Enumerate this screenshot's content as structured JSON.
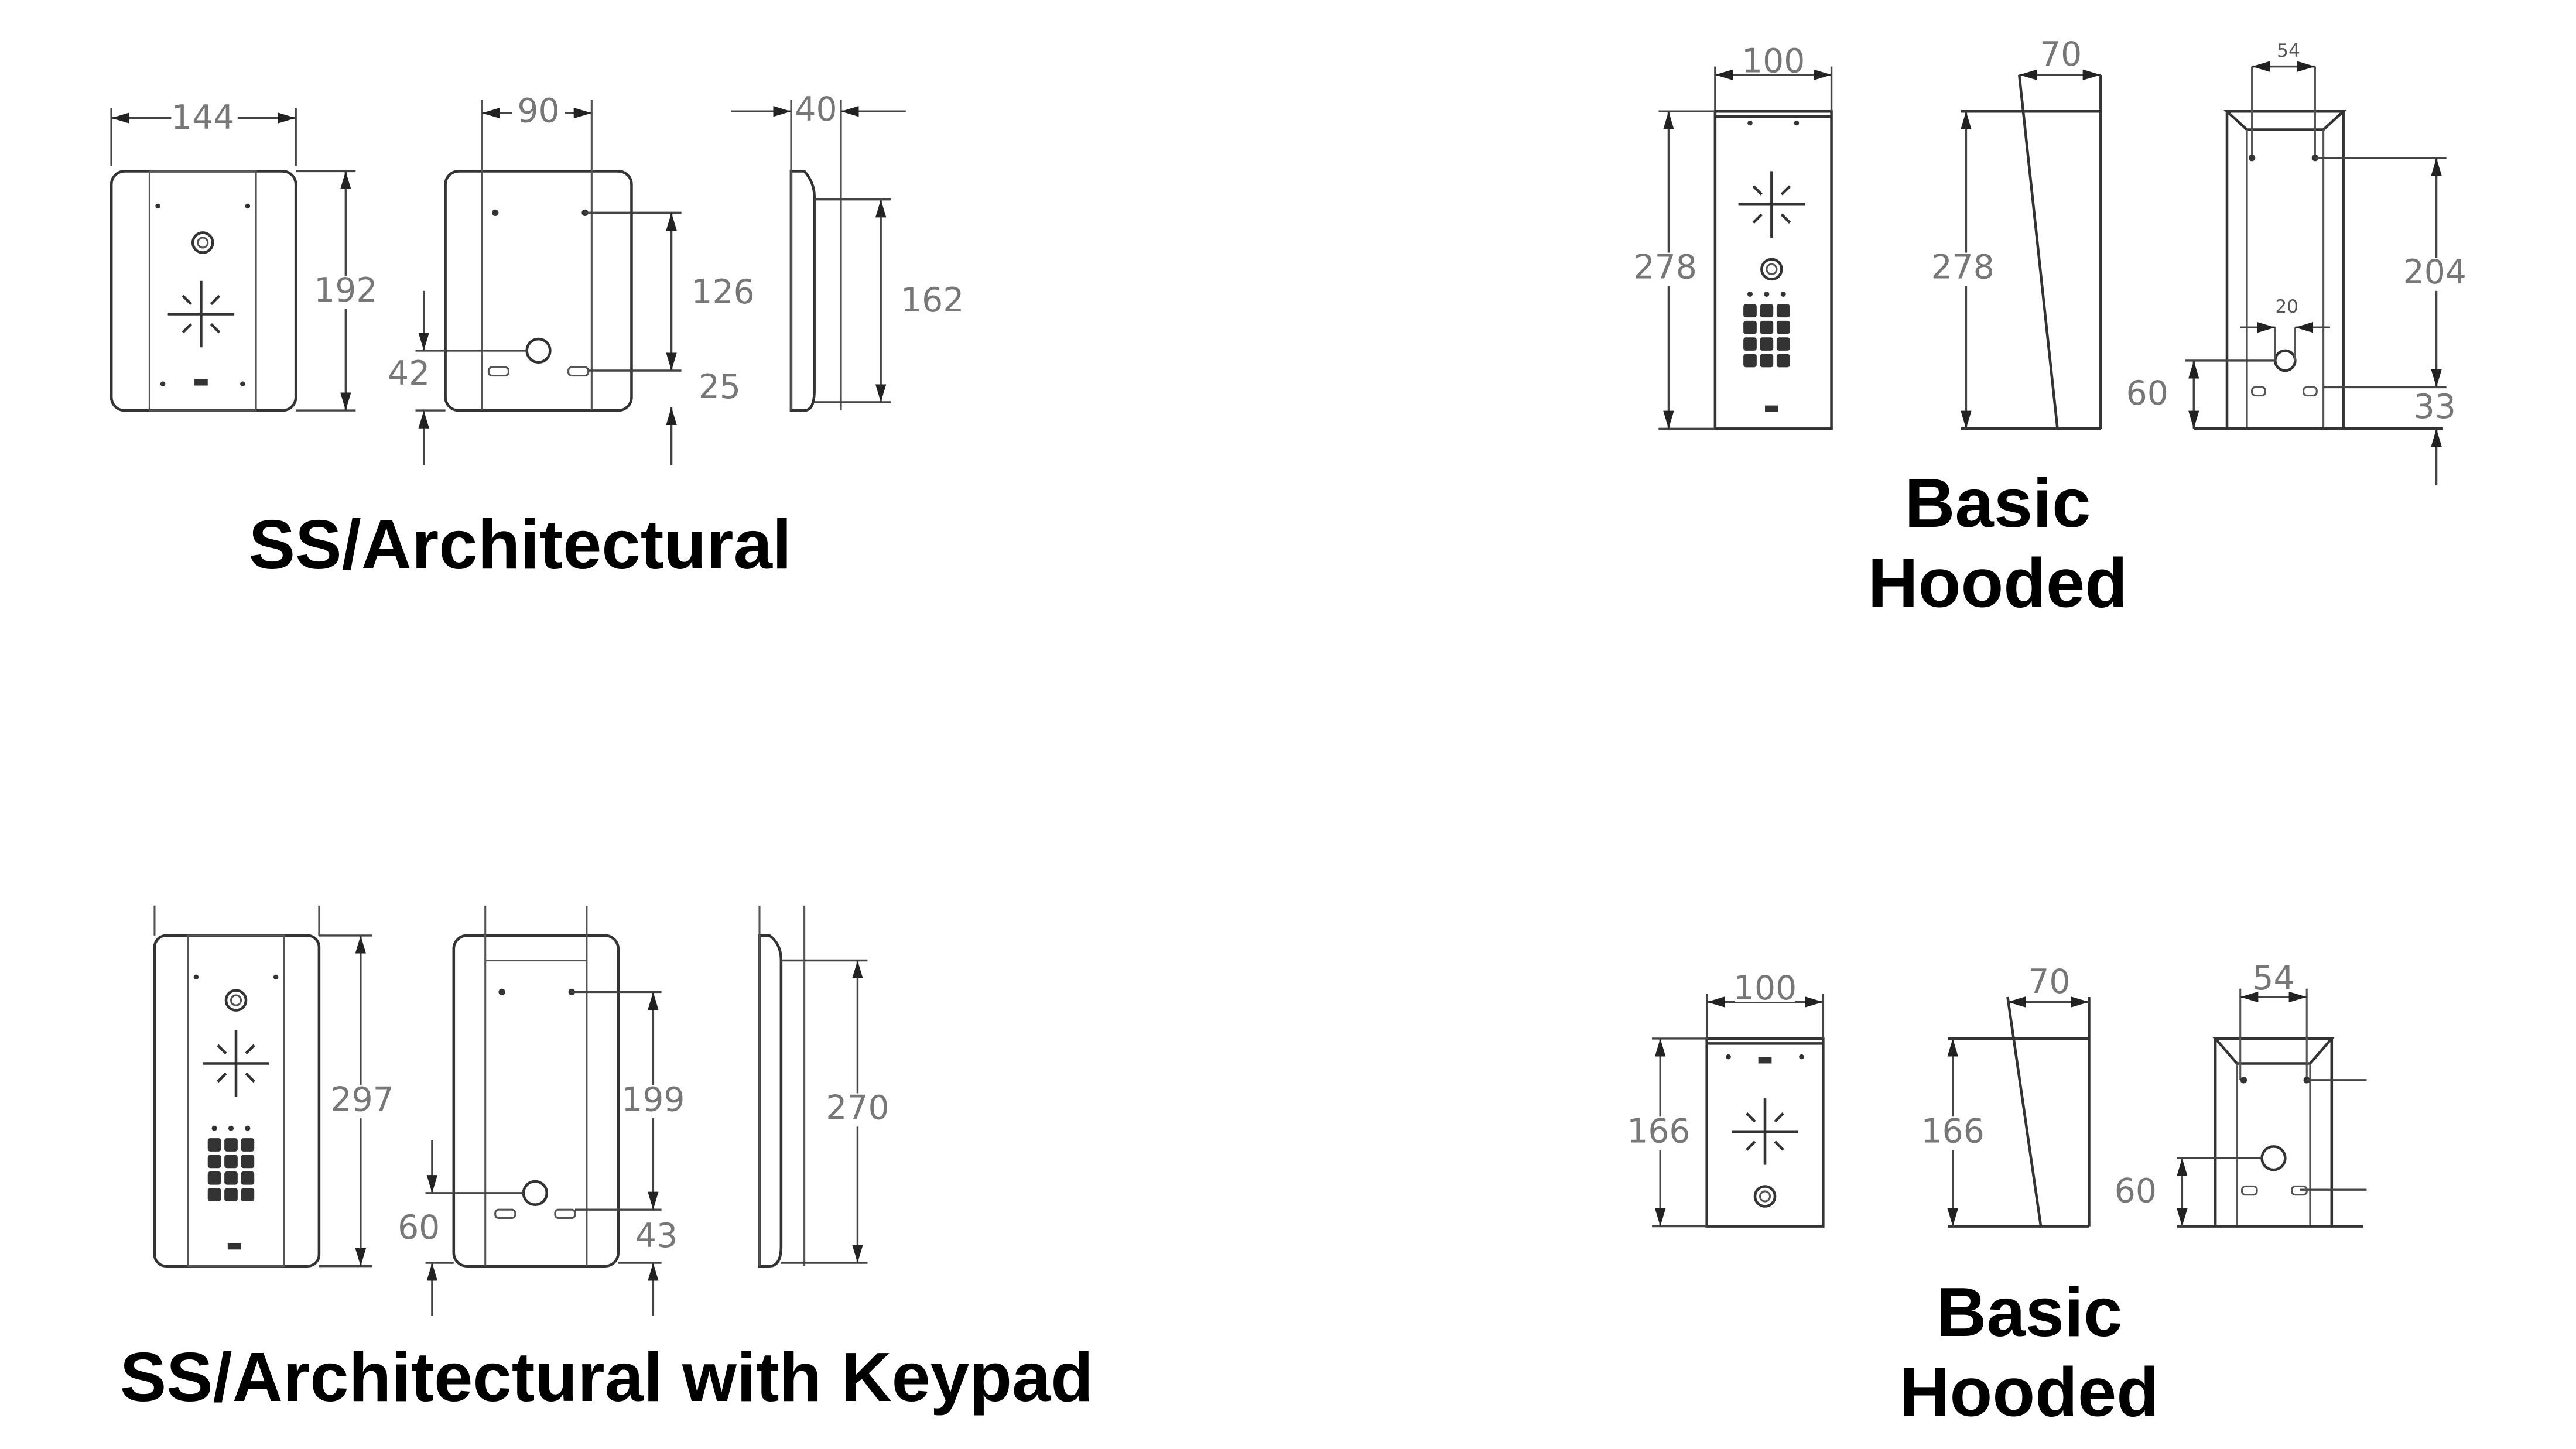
{
  "panels": {
    "ss_architectural": {
      "title": "SS/Architectural",
      "dims": {
        "front_width": "144",
        "front_height": "192",
        "back_width": "90",
        "back_hole_span": "126",
        "back_bottom_hole": "42",
        "back_bottom_slot": "25",
        "side_depth": "40",
        "side_height": "162"
      }
    },
    "ss_architectural_keypad": {
      "title": "SS/Architectural with Keypad",
      "dims": {
        "front_height": "297",
        "back_hole_span": "199",
        "back_bottom_hole": "60",
        "back_bottom_slot": "43",
        "side_height": "270"
      }
    },
    "basic_hooded_keypad": {
      "title_line1": "Basic",
      "title_line2": "Hooded",
      "dims": {
        "front_width": "100",
        "front_height": "278",
        "side_depth": "70",
        "side_height": "278",
        "back_inner_width": "54",
        "back_hole_span": "204",
        "back_hole_width": "20",
        "back_bottom_hole": "60",
        "back_bottom_slot": "33"
      }
    },
    "basic_hooded": {
      "title_line1": "Basic",
      "title_line2": "Hooded",
      "dims": {
        "front_width": "100",
        "front_height": "166",
        "side_depth": "70",
        "side_height": "166",
        "back_inner_width": "54",
        "back_bottom_hole": "60"
      }
    }
  },
  "colors": {
    "line": "#333333",
    "dimension_text": "#777777",
    "title": "#000000"
  }
}
